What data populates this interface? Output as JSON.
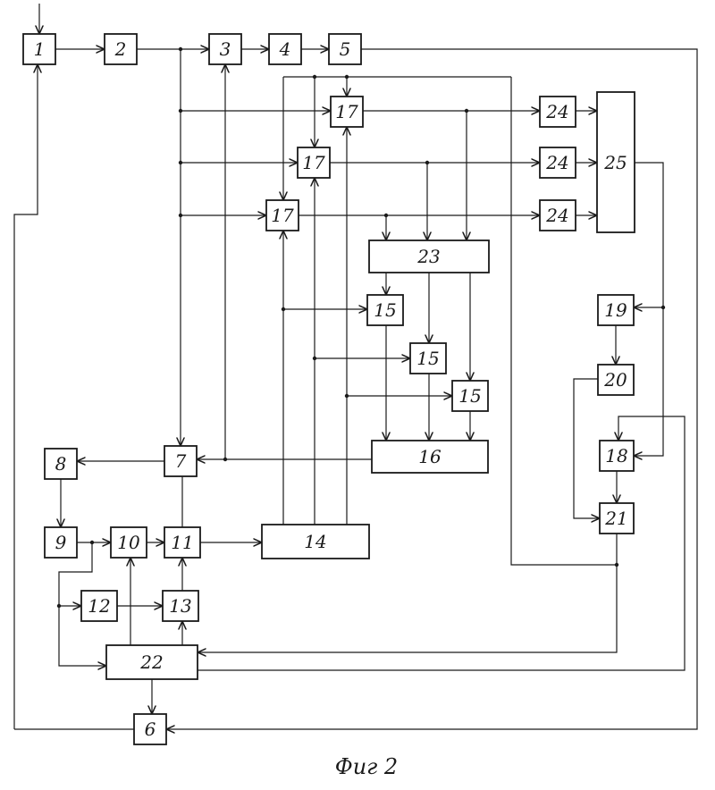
{
  "diagram": {
    "caption": "Фиг 2",
    "blocks": [
      {
        "id": "b1",
        "label": "1"
      },
      {
        "id": "b2",
        "label": "2"
      },
      {
        "id": "b3",
        "label": "3"
      },
      {
        "id": "b4",
        "label": "4"
      },
      {
        "id": "b5",
        "label": "5"
      },
      {
        "id": "b6",
        "label": "6"
      },
      {
        "id": "b7",
        "label": "7"
      },
      {
        "id": "b8",
        "label": "8"
      },
      {
        "id": "b9",
        "label": "9"
      },
      {
        "id": "b10",
        "label": "10"
      },
      {
        "id": "b11",
        "label": "11"
      },
      {
        "id": "b12",
        "label": "12"
      },
      {
        "id": "b13",
        "label": "13"
      },
      {
        "id": "b14",
        "label": "14"
      },
      {
        "id": "b15a",
        "label": "15"
      },
      {
        "id": "b15b",
        "label": "15"
      },
      {
        "id": "b15c",
        "label": "15"
      },
      {
        "id": "b16",
        "label": "16"
      },
      {
        "id": "b17a",
        "label": "17"
      },
      {
        "id": "b17b",
        "label": "17"
      },
      {
        "id": "b17c",
        "label": "17"
      },
      {
        "id": "b18",
        "label": "18"
      },
      {
        "id": "b19",
        "label": "19"
      },
      {
        "id": "b20",
        "label": "20"
      },
      {
        "id": "b21",
        "label": "21"
      },
      {
        "id": "b22",
        "label": "22"
      },
      {
        "id": "b23",
        "label": "23"
      },
      {
        "id": "b24a",
        "label": "24"
      },
      {
        "id": "b24b",
        "label": "24"
      },
      {
        "id": "b24c",
        "label": "24"
      },
      {
        "id": "b25",
        "label": "25"
      }
    ]
  }
}
